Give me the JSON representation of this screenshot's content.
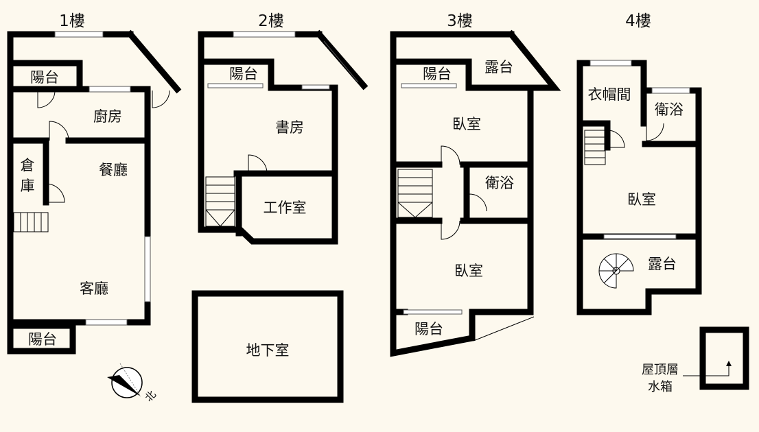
{
  "floors": [
    {
      "title": "1樓",
      "rooms": [
        "陽台",
        "廚房",
        "倉",
        "庫",
        "餐廳",
        "客廳",
        "陽台"
      ]
    },
    {
      "title": "2樓",
      "rooms": [
        "陽台",
        "書房",
        "工作室"
      ]
    },
    {
      "title": "3樓",
      "rooms": [
        "陽台",
        "露台",
        "臥室",
        "衛浴",
        "臥室",
        "陽台"
      ]
    },
    {
      "title": "4樓",
      "rooms": [
        "衣帽間",
        "衛浴",
        "臥室",
        "露台"
      ]
    }
  ],
  "basement": "地下室",
  "roof": {
    "line1": "屋頂層",
    "line2": "水箱"
  },
  "compass": {
    "label": "北"
  }
}
